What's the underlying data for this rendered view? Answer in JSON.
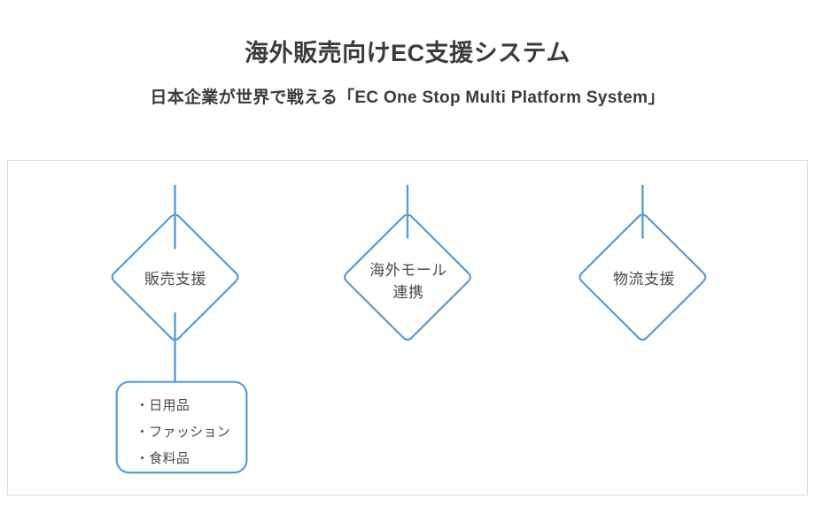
{
  "header": {
    "title": "海外販売向けEC支援システム",
    "subtitle": "日本企業が世界で戦える「EC One Stop Multi Platform System」"
  },
  "colors": {
    "node_stroke": "#5b9bd5",
    "connector": "#5b9bd5",
    "frame_border": "#dedede",
    "title_text": "#3b3b3b",
    "node_text": "#4a4a4a",
    "background": "#ffffff"
  },
  "diagram": {
    "type": "flow-diagram",
    "nodes": [
      {
        "id": "sales-support",
        "shape": "diamond",
        "label_lines": [
          "販売支援"
        ],
        "label_text": "販売支援"
      },
      {
        "id": "overseas-mall-link",
        "shape": "diamond",
        "label_lines": [
          "海外モール",
          "連携"
        ],
        "label_text": "海外モール\n連携"
      },
      {
        "id": "logistics-support",
        "shape": "diamond",
        "label_lines": [
          "物流支援"
        ],
        "label_text": "物流支援"
      }
    ],
    "list_box": {
      "id": "product-categories",
      "shape": "rounded-rect",
      "items": [
        "・日用品",
        "・ファッション",
        "・食料品"
      ]
    },
    "connectors": [
      {
        "from": "top-edge",
        "to": "sales-support",
        "orientation": "vertical"
      },
      {
        "from": "sales-support",
        "to": "product-categories",
        "orientation": "vertical"
      },
      {
        "from": "top-edge",
        "to": "overseas-mall-link",
        "orientation": "vertical"
      },
      {
        "from": "top-edge",
        "to": "logistics-support",
        "orientation": "vertical"
      }
    ]
  }
}
